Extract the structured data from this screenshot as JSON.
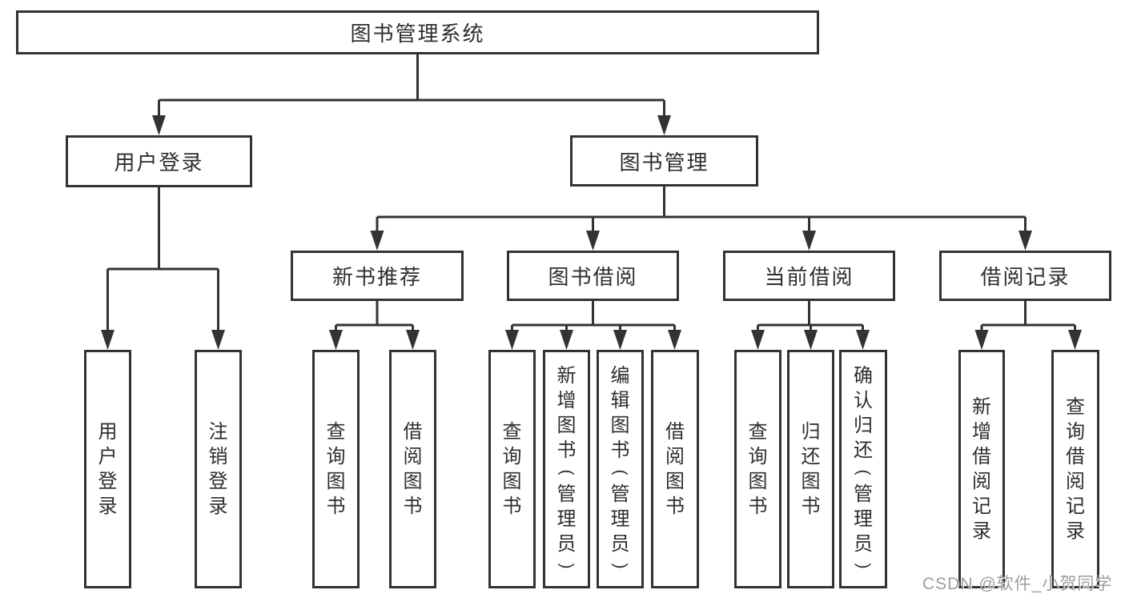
{
  "diagram": {
    "root": {
      "label": "图书管理系统"
    },
    "level2": [
      {
        "label": "用户登录"
      },
      {
        "label": "图书管理"
      }
    ],
    "level3": [
      {
        "label": "新书推荐"
      },
      {
        "label": "图书借阅"
      },
      {
        "label": "当前借阅"
      },
      {
        "label": "借阅记录"
      }
    ],
    "leaves": {
      "user_login": [
        "用户登录",
        "注销登录"
      ],
      "new_book_recommend": [
        "查询图书",
        "借阅图书"
      ],
      "book_borrow": [
        "查询图书",
        "新增图书（管理员）",
        "编辑图书（管理员）",
        "借阅图书"
      ],
      "current_borrow": [
        "查询图书",
        "归还图书",
        "确认归还（管理员）"
      ],
      "borrow_record": [
        "新增借阅记录",
        "查询借阅记录"
      ]
    }
  },
  "watermark": {
    "text": "CSDN @软件_小贺同学"
  },
  "colors": {
    "line": "#333333",
    "text": "#2e2e2e",
    "watermark": "#9e9e9e",
    "background": "#ffffff"
  }
}
